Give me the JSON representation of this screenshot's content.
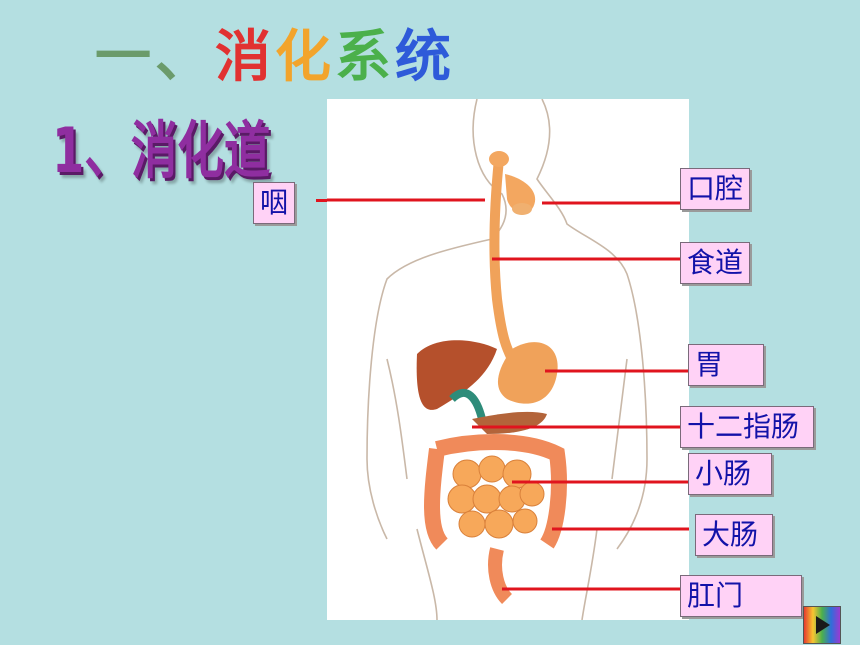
{
  "title": {
    "prefix": "一、",
    "chars": [
      "消",
      "化",
      "系",
      "统"
    ]
  },
  "subtitle": "1、消化道",
  "labels": {
    "pharynx": "咽",
    "mouth": "口腔",
    "esophagus": "食道",
    "stomach": "胃",
    "duodenum": "十二指肠",
    "small_intestine": "小肠",
    "large_intestine": "大肠",
    "anus": "肛门"
  },
  "colors": {
    "background": "#b4dfe1",
    "label_fill": "#ffd2f6",
    "label_text": "#1212a8",
    "leader_line": "#e0141e",
    "subtitle": "#8f2ea0"
  },
  "icons": {
    "nav": "play-triangle-icon"
  }
}
